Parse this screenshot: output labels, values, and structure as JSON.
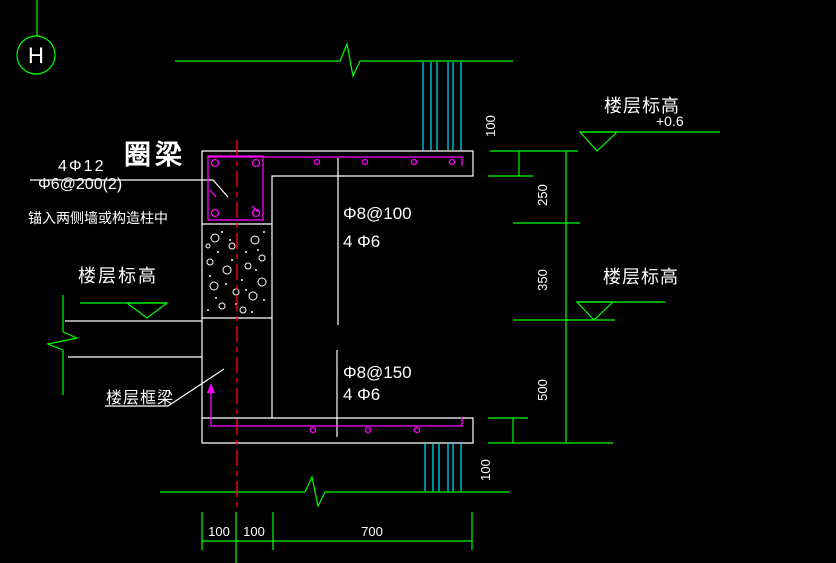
{
  "drawing": {
    "title_context": "ring-beam floor section detail (CAD)",
    "labels": {
      "grid": "H",
      "rebar_top": "4Φ12",
      "stirrup": "Φ6@200(2)",
      "ring_beam": "圈梁",
      "anchor_note": "锚入两侧墙或构造柱中",
      "floor_level_left": "楼层标高",
      "floor_frame_beam": "楼层框梁",
      "slab_top_rebar": "Φ8@100",
      "slab_top_dist": "4 Φ6",
      "slab_bottom_rebar": "Φ8@150",
      "slab_bottom_dist": "4 Φ6",
      "floor_level_top_right": "楼层标高",
      "floor_level_offset": "+0.6",
      "floor_level_mid_right": "楼层标高"
    },
    "dims": {
      "right_slab_top": "100",
      "right_beam": "250",
      "right_wall": "350",
      "right_lower": "500",
      "right_slab_bottom": "100",
      "bottom_1": "100",
      "bottom_2": "100",
      "bottom_3": "700"
    },
    "colors": {
      "background": "#000000",
      "line_green": "#00ff00",
      "line_white": "#ffffff",
      "rebar_magenta": "#ff00ff",
      "centerline_red": "#ff0000",
      "wall_cyan": "#00ffff",
      "highlight_orange": "#f05123"
    }
  }
}
